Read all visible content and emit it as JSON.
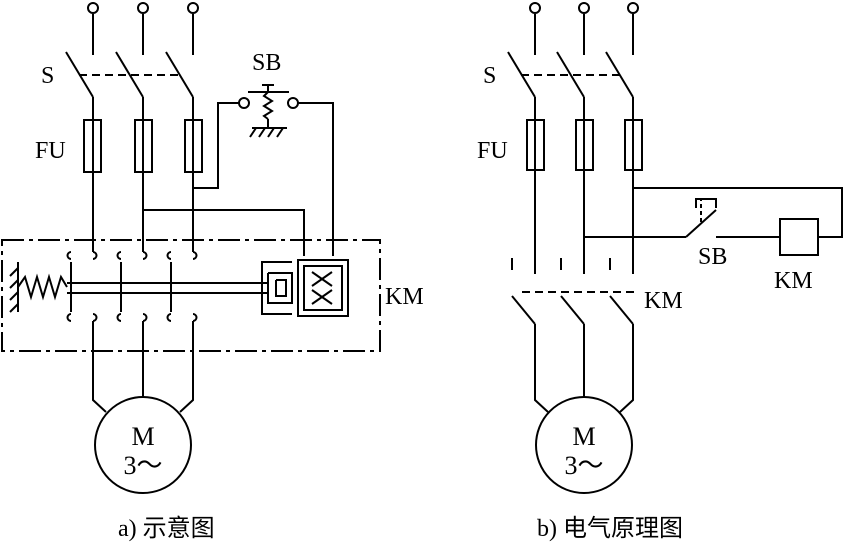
{
  "left": {
    "switch_label": "S",
    "fuse_label": "FU",
    "button_label": "SB",
    "contactor_label": "KM",
    "motor_line1": "M",
    "motor_line2": "3～",
    "caption": "a)  示意图"
  },
  "right": {
    "switch_label": "S",
    "fuse_label": "FU",
    "button_label": "SB",
    "coil_label": "KM",
    "contact_label": "KM",
    "motor_line1": "M",
    "motor_line2": "3～",
    "caption": "b) 电气原理图"
  }
}
